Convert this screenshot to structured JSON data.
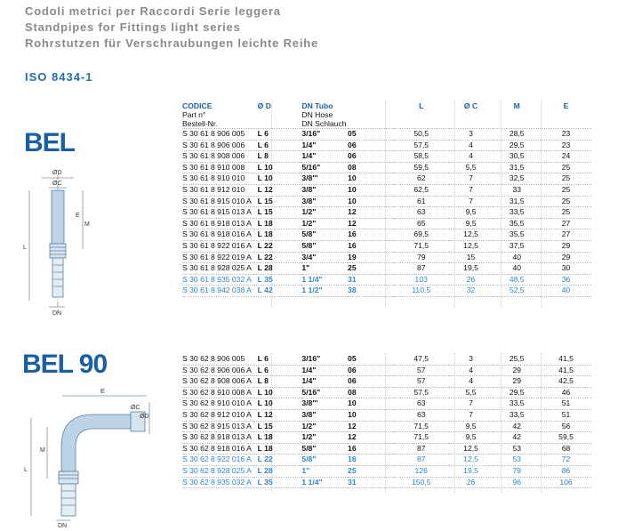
{
  "titles": {
    "it": "Codoli metrici per Raccordi Serie leggera",
    "en": "Standpipes for Fittings light series",
    "de": "Rohrstutzen für Verschraubungen leichte Reihe",
    "iso": "ISO 8434-1"
  },
  "bel": {
    "name": "BEL",
    "header": {
      "codice": "CODICE",
      "part": "Part n°",
      "bestell": "Bestell-Nr.",
      "od": "Ø D",
      "dntubo": "DN Tubo",
      "dnhose": "DN Hose",
      "dnschlauch": "DN Schlauch",
      "l": "L",
      "oc": "Ø C",
      "m": "M",
      "e": "E"
    },
    "rows": [
      {
        "code": "S 30 61 8 906 005",
        "od": "L 6",
        "inch": "3/16\"",
        "dn": "05",
        "l": "50,5",
        "c": "3",
        "m": "28,5",
        "e": "23",
        "blue": false
      },
      {
        "code": "S 30 61 8 906 006",
        "od": "L 6",
        "inch": "1/4\"",
        "dn": "06",
        "l": "57,5",
        "c": "4",
        "m": "29,5",
        "e": "23",
        "blue": false
      },
      {
        "code": "S 30 61 8 908 006",
        "od": "L 8",
        "inch": "1/4\"",
        "dn": "06",
        "l": "58,5",
        "c": "4",
        "m": "30,5",
        "e": "24",
        "blue": false
      },
      {
        "code": "S 30 61 8 910 008",
        "od": "L 10",
        "inch": "5/16\"",
        "dn": "08",
        "l": "59,5",
        "c": "5,5",
        "m": "31,5",
        "e": "25",
        "blue": false
      },
      {
        "code": "S 30 61 8 910 010",
        "od": "L 10",
        "inch": "3/8\"'",
        "dn": "10",
        "l": "62",
        "c": "7",
        "m": "32,5",
        "e": "25",
        "blue": false
      },
      {
        "code": "S 30 61 8 912 010",
        "od": "L 12",
        "inch": "3/8\"",
        "dn": "10",
        "l": "62,5",
        "c": "7",
        "m": "33",
        "e": "25",
        "blue": false
      },
      {
        "code": "S 30 61 8 915 010 A",
        "od": "L 15",
        "inch": "3/8\"",
        "dn": "10",
        "l": "61",
        "c": "7",
        "m": "31,5",
        "e": "25",
        "blue": false
      },
      {
        "code": "S 30 61 8 915 013 A",
        "od": "L 15",
        "inch": "1/2\"",
        "dn": "12",
        "l": "63",
        "c": "9,5",
        "m": "33,5",
        "e": "25",
        "blue": false
      },
      {
        "code": "S 30 61 8 918 013 A",
        "od": "L 18",
        "inch": "1/2\"",
        "dn": "12",
        "l": "65",
        "c": "9,5",
        "m": "35,5",
        "e": "27",
        "blue": false
      },
      {
        "code": "S 30 61 8 918 016 A",
        "od": "L 18",
        "inch": "5/8\"",
        "dn": "16",
        "l": "69,5",
        "c": "12,5",
        "m": "35,5",
        "e": "27",
        "blue": false
      },
      {
        "code": "S 30 61 8 922 016 A",
        "od": "L 22",
        "inch": "5/8\"",
        "dn": "16",
        "l": "71,5",
        "c": "12,5",
        "m": "37,5",
        "e": "29",
        "blue": false
      },
      {
        "code": "S 30 61 8 922 019 A",
        "od": "L 22",
        "inch": "3/4\"",
        "dn": "19",
        "l": "79",
        "c": "15",
        "m": "40",
        "e": "29",
        "blue": false
      },
      {
        "code": "S 30 61 8 928 025 A",
        "od": "L 28",
        "inch": "1\"",
        "dn": "25",
        "l": "87",
        "c": "19,5",
        "m": "40",
        "e": "30",
        "blue": false
      },
      {
        "code": "S 30 61 8 935 032 A",
        "od": "L 35",
        "inch": "1 1/4\"",
        "dn": "31",
        "l": "103",
        "c": "26",
        "m": "48,5",
        "e": "36",
        "blue": true
      },
      {
        "code": "S 30 61 8 942 038 A",
        "od": "L 42",
        "inch": "1 1/2\"",
        "dn": "38",
        "l": "110,5",
        "c": "32",
        "m": "52,5",
        "e": "40",
        "blue": true
      }
    ]
  },
  "bel90": {
    "name": "BEL 90",
    "rows": [
      {
        "code": "S 30 62 8 906 005",
        "od": "L 6",
        "inch": "3/16\"",
        "dn": "05",
        "l": "47,5",
        "c": "3",
        "m": "25,5",
        "e": "41,5",
        "blue": false
      },
      {
        "code": "S 30 62 8 906 006 A",
        "od": "L 6",
        "inch": "1/4\"",
        "dn": "06",
        "l": "57",
        "c": "4",
        "m": "29",
        "e": "41,5",
        "blue": false
      },
      {
        "code": "S 30 62 8 908 006 A",
        "od": "L 8",
        "inch": "1/4\"",
        "dn": "06",
        "l": "57",
        "c": "4",
        "m": "29",
        "e": "42,5",
        "blue": false
      },
      {
        "code": "S 30 62 8 910 008 A",
        "od": "L 10",
        "inch": "5/16\"",
        "dn": "08",
        "l": "57,5",
        "c": "5,5",
        "m": "29,5",
        "e": "46",
        "blue": false
      },
      {
        "code": "S 30 62 8 910 010 A",
        "od": "L 10",
        "inch": "3/8\"'",
        "dn": "10",
        "l": "63",
        "c": "7",
        "m": "33,5",
        "e": "51",
        "blue": false
      },
      {
        "code": "S 30 62 8 912 010 A",
        "od": "L 12",
        "inch": "3/8\"",
        "dn": "10",
        "l": "63",
        "c": "7",
        "m": "33,5",
        "e": "51",
        "blue": false
      },
      {
        "code": "S 30 62 8 915 013 A",
        "od": "L 15",
        "inch": "1/2\"",
        "dn": "12",
        "l": "71,5",
        "c": "9,5",
        "m": "42",
        "e": "56",
        "blue": false
      },
      {
        "code": "S 30 62 8 918 013 A",
        "od": "L 18",
        "inch": "1/2\"",
        "dn": "12",
        "l": "71,5",
        "c": "9,5",
        "m": "42",
        "e": "59,5",
        "blue": false
      },
      {
        "code": "S 30 62 8 918 016 A",
        "od": "L 18",
        "inch": "5/8\"",
        "dn": "16",
        "l": "87",
        "c": "12,5",
        "m": "53",
        "e": "68",
        "blue": false
      },
      {
        "code": "S 30 62 8 922 016 A",
        "od": "L 22",
        "inch": "5/8\"",
        "dn": "16",
        "l": "87",
        "c": "12,5",
        "m": "53",
        "e": "72",
        "blue": true
      },
      {
        "code": "S 30 62 8 928 025 A",
        "od": "L 28",
        "inch": "1\"",
        "dn": "25",
        "l": "126",
        "c": "19,5",
        "m": "79",
        "e": "86",
        "blue": true
      },
      {
        "code": "S 30 62 8 935 032 A",
        "od": "L 35",
        "inch": "1 1/4\"",
        "dn": "31",
        "l": "150,5",
        "c": "26",
        "m": "96",
        "e": "106",
        "blue": true
      }
    ]
  },
  "drawing_labels": {
    "d": "ØD",
    "c": "ØC",
    "e": "E",
    "m": "M",
    "l": "L",
    "dn": "DN"
  },
  "colors": {
    "accent": "#1a5fa5",
    "blue_row": "#2d86c7",
    "title_gray": "#8a8a8a"
  }
}
